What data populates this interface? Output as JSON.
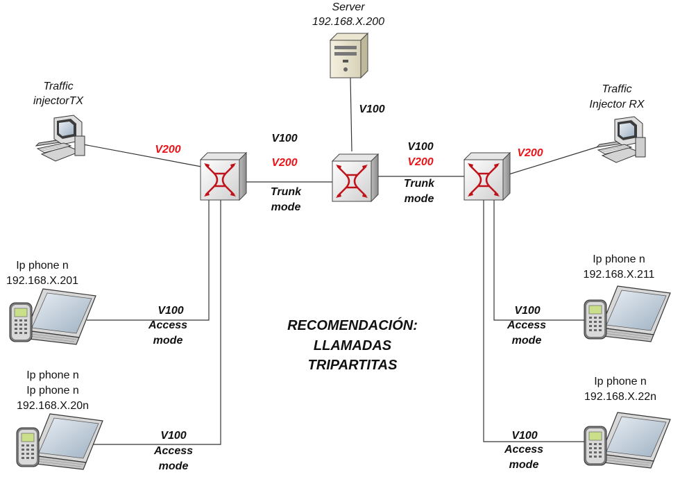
{
  "nodes": {
    "server": {
      "name": "Server",
      "ip": "192.168.X.200",
      "icon": "server-icon"
    },
    "traffic_tx": {
      "line1": "Traffic",
      "line2": "injectorTX",
      "icon": "desktop-computer-icon"
    },
    "traffic_rx": {
      "line1": "Traffic",
      "line2": "Injector RX",
      "icon": "desktop-computer-icon"
    },
    "switch_left": {
      "icon": "switch-icon"
    },
    "switch_center": {
      "icon": "switch-icon"
    },
    "switch_right": {
      "icon": "switch-icon"
    },
    "phone_left_top": {
      "line1": "Ip phone n",
      "ip": "192.168.X.201",
      "icon": "ip-phone-laptop-icon"
    },
    "phone_left_bottom": {
      "line1": "Ip phone n",
      "line2": "Ip phone n",
      "ip": "192.168.X.20n",
      "icon": "ip-phone-laptop-icon"
    },
    "phone_right_top": {
      "line1": "Ip phone n",
      "ip": "192.168.X.211",
      "icon": "ip-phone-laptop-icon"
    },
    "phone_right_bottom": {
      "line1": "Ip phone n",
      "ip": "192.168.X.22n",
      "icon": "ip-phone-laptop-icon"
    }
  },
  "links": {
    "server_vlan": "V100",
    "tx_vlan": "V200",
    "rx_vlan": "V200",
    "trunk_left": {
      "vlan_a": "V100",
      "vlan_b": "V200",
      "mode1": "Trunk",
      "mode2": "mode"
    },
    "trunk_right": {
      "vlan_a": "V100",
      "vlan_b": "V200",
      "mode1": "Trunk",
      "mode2": "mode"
    },
    "access_left_top": {
      "vlan": "V100",
      "mode1": "Access",
      "mode2": "mode"
    },
    "access_left_bottom": {
      "vlan": "V100",
      "mode1": "Access",
      "mode2": "mode"
    },
    "access_right_top": {
      "vlan": "V100",
      "mode1": "Access",
      "mode2": "mode"
    },
    "access_right_bottom": {
      "vlan": "V100",
      "mode1": "Access",
      "mode2": "mode"
    }
  },
  "recommendation": {
    "line1": "RECOMENDACIÓN:",
    "line2": "LLAMADAS",
    "line3": "TRIPARTITAS"
  },
  "colors": {
    "vlan200": "#e8161b",
    "line": "#333333"
  }
}
